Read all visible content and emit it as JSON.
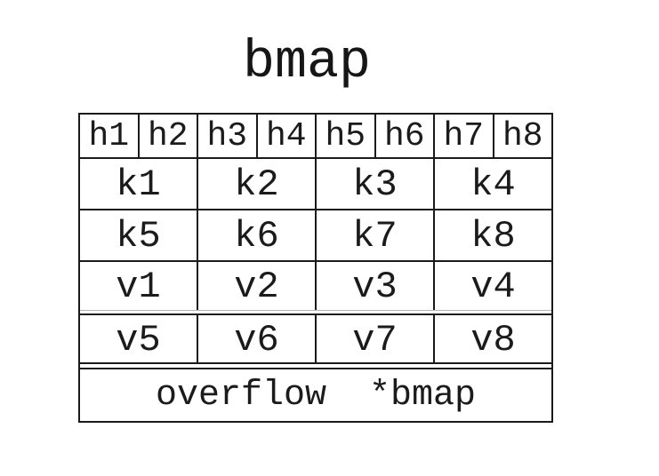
{
  "title": "bmap",
  "table": {
    "hash_row": [
      "h1",
      "h2",
      "h3",
      "h4",
      "h5",
      "h6",
      "h7",
      "h8"
    ],
    "key_rows": [
      [
        "k1",
        "k2",
        "k3",
        "k4"
      ],
      [
        "k5",
        "k6",
        "k7",
        "k8"
      ]
    ],
    "value_rows": [
      [
        "v1",
        "v2",
        "v3",
        "v4"
      ],
      [
        "v5",
        "v6",
        "v7",
        "v8"
      ]
    ],
    "overflow": {
      "name": "overflow",
      "type": "*bmap"
    }
  },
  "colors": {
    "background": "#ffffff",
    "border": "#1a1a1a",
    "text": "#1b1b1b",
    "faint_divider": "#b4b4b4"
  }
}
